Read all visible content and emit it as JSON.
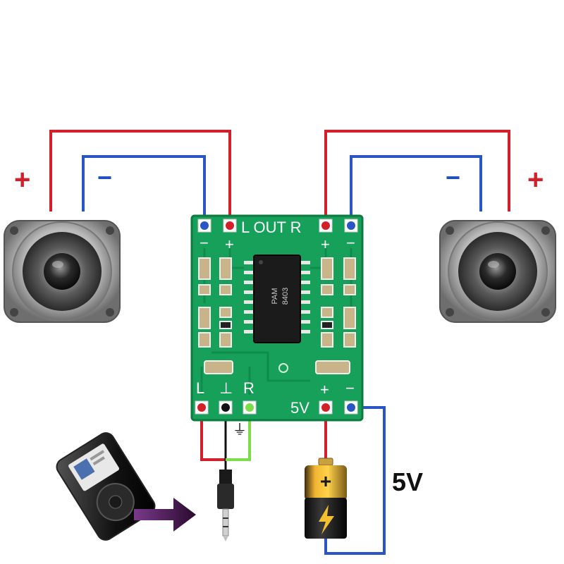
{
  "colors": {
    "positive_wire": "#d21f2a",
    "negative_wire": "#2a55c4",
    "ground_wire": "#111111",
    "right_input_wire": "#7ddc4a",
    "pcb": "#16a05a",
    "pcb_dark": "#0d7a40"
  },
  "board": {
    "out_label": "L OUT R",
    "left_out_plus": "+",
    "left_out_minus": "−",
    "right_out_plus": "+",
    "right_out_minus": "−",
    "input_left": "L",
    "input_ground": "⊥",
    "input_right": "R",
    "power_label": "5V",
    "power_plus": "+",
    "power_minus": "−",
    "chip_marking_1": "PAM",
    "chip_marking_2": "8403"
  },
  "speakers": {
    "left_plus": "+",
    "left_minus": "−",
    "right_plus": "+",
    "right_minus": "−"
  },
  "supply": {
    "voltage_label": "5V",
    "battery_plus": "+",
    "ground_symbol": "⏚"
  },
  "icons": {
    "speaker": "speaker-icon",
    "player": "mp3-player-icon",
    "arrow": "arrow-right-icon",
    "jack": "audio-jack-icon",
    "battery": "battery-icon"
  }
}
